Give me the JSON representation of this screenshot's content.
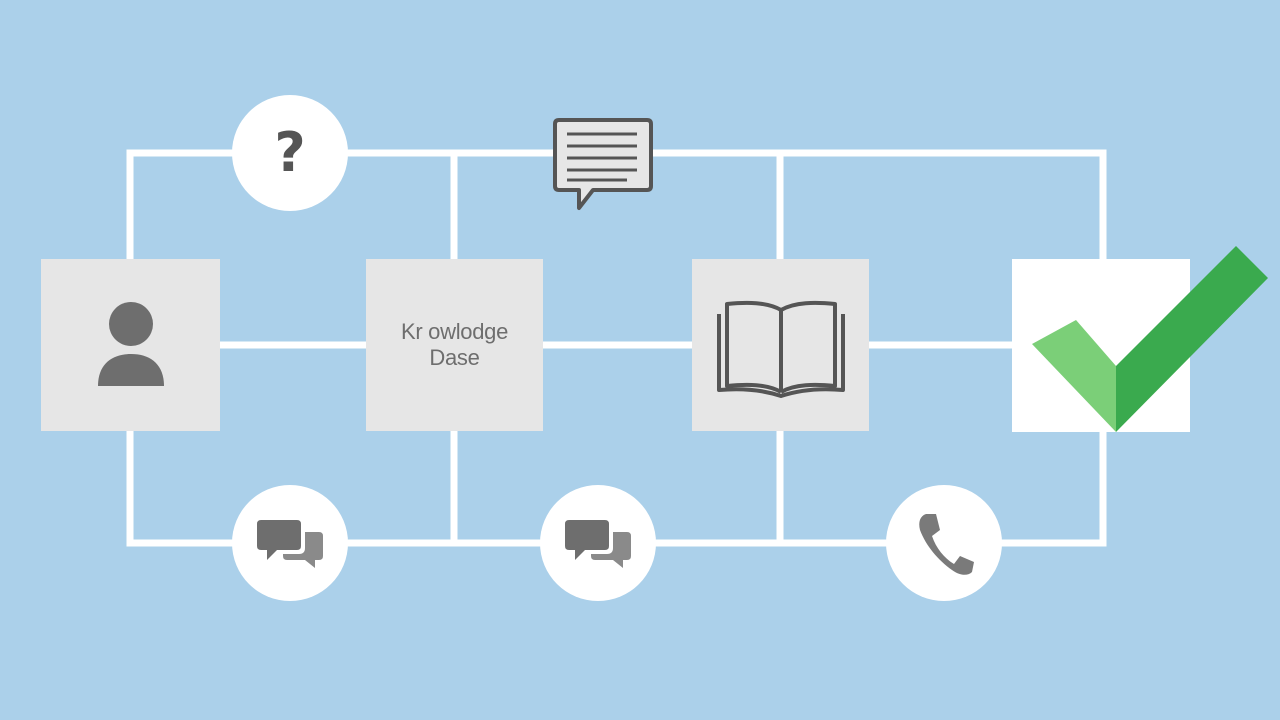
{
  "diagram": {
    "background_color": "#abd0ea",
    "line_color": "#ffffff",
    "icon_color": "#6e6e6e",
    "check_colors": [
      "#3aaa4e",
      "#7bcf78"
    ],
    "nodes": [
      {
        "id": "user",
        "icon": "user-icon"
      },
      {
        "id": "knowledge-base",
        "label_line1": "Kr owlodge",
        "label_line2": "Dase"
      },
      {
        "id": "book",
        "icon": "open-book-icon"
      },
      {
        "id": "resolved",
        "icon": "checkmark-icon"
      }
    ],
    "top_markers": [
      {
        "icon": "question-mark-icon",
        "glyph": "?"
      },
      {
        "icon": "message-bubble-icon"
      }
    ],
    "bottom_markers": [
      {
        "icon": "chat-bubbles-icon"
      },
      {
        "icon": "chat-bubbles-icon"
      },
      {
        "icon": "phone-icon"
      }
    ]
  }
}
